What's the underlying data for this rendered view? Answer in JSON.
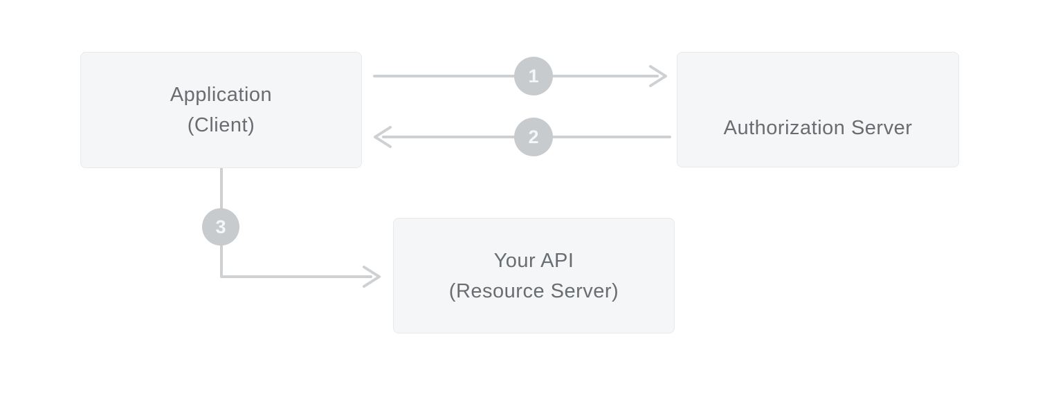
{
  "diagram": {
    "type": "flow-diagram",
    "background": "#ffffff",
    "nodes": [
      {
        "id": "application",
        "label_line1": "Application",
        "label_line2": "(Client)"
      },
      {
        "id": "authorization-server",
        "label": "Authorization Server"
      },
      {
        "id": "your-api",
        "label_line1": "Your API",
        "label_line2": "(Resource Server)"
      }
    ],
    "steps": [
      {
        "number": "1",
        "from": "application",
        "to": "authorization-server",
        "direction": "right"
      },
      {
        "number": "2",
        "from": "authorization-server",
        "to": "application",
        "direction": "left"
      },
      {
        "number": "3",
        "from": "application",
        "to": "your-api",
        "direction": "down-right-elbow"
      }
    ],
    "colors": {
      "node_fill": "#f5f6f7",
      "node_border": "#e7e9eb",
      "node_text": "#6a6d70",
      "arrow": "#ced1d3",
      "badge_fill": "#c8cbce",
      "badge_text": "#f5f6f7"
    }
  }
}
